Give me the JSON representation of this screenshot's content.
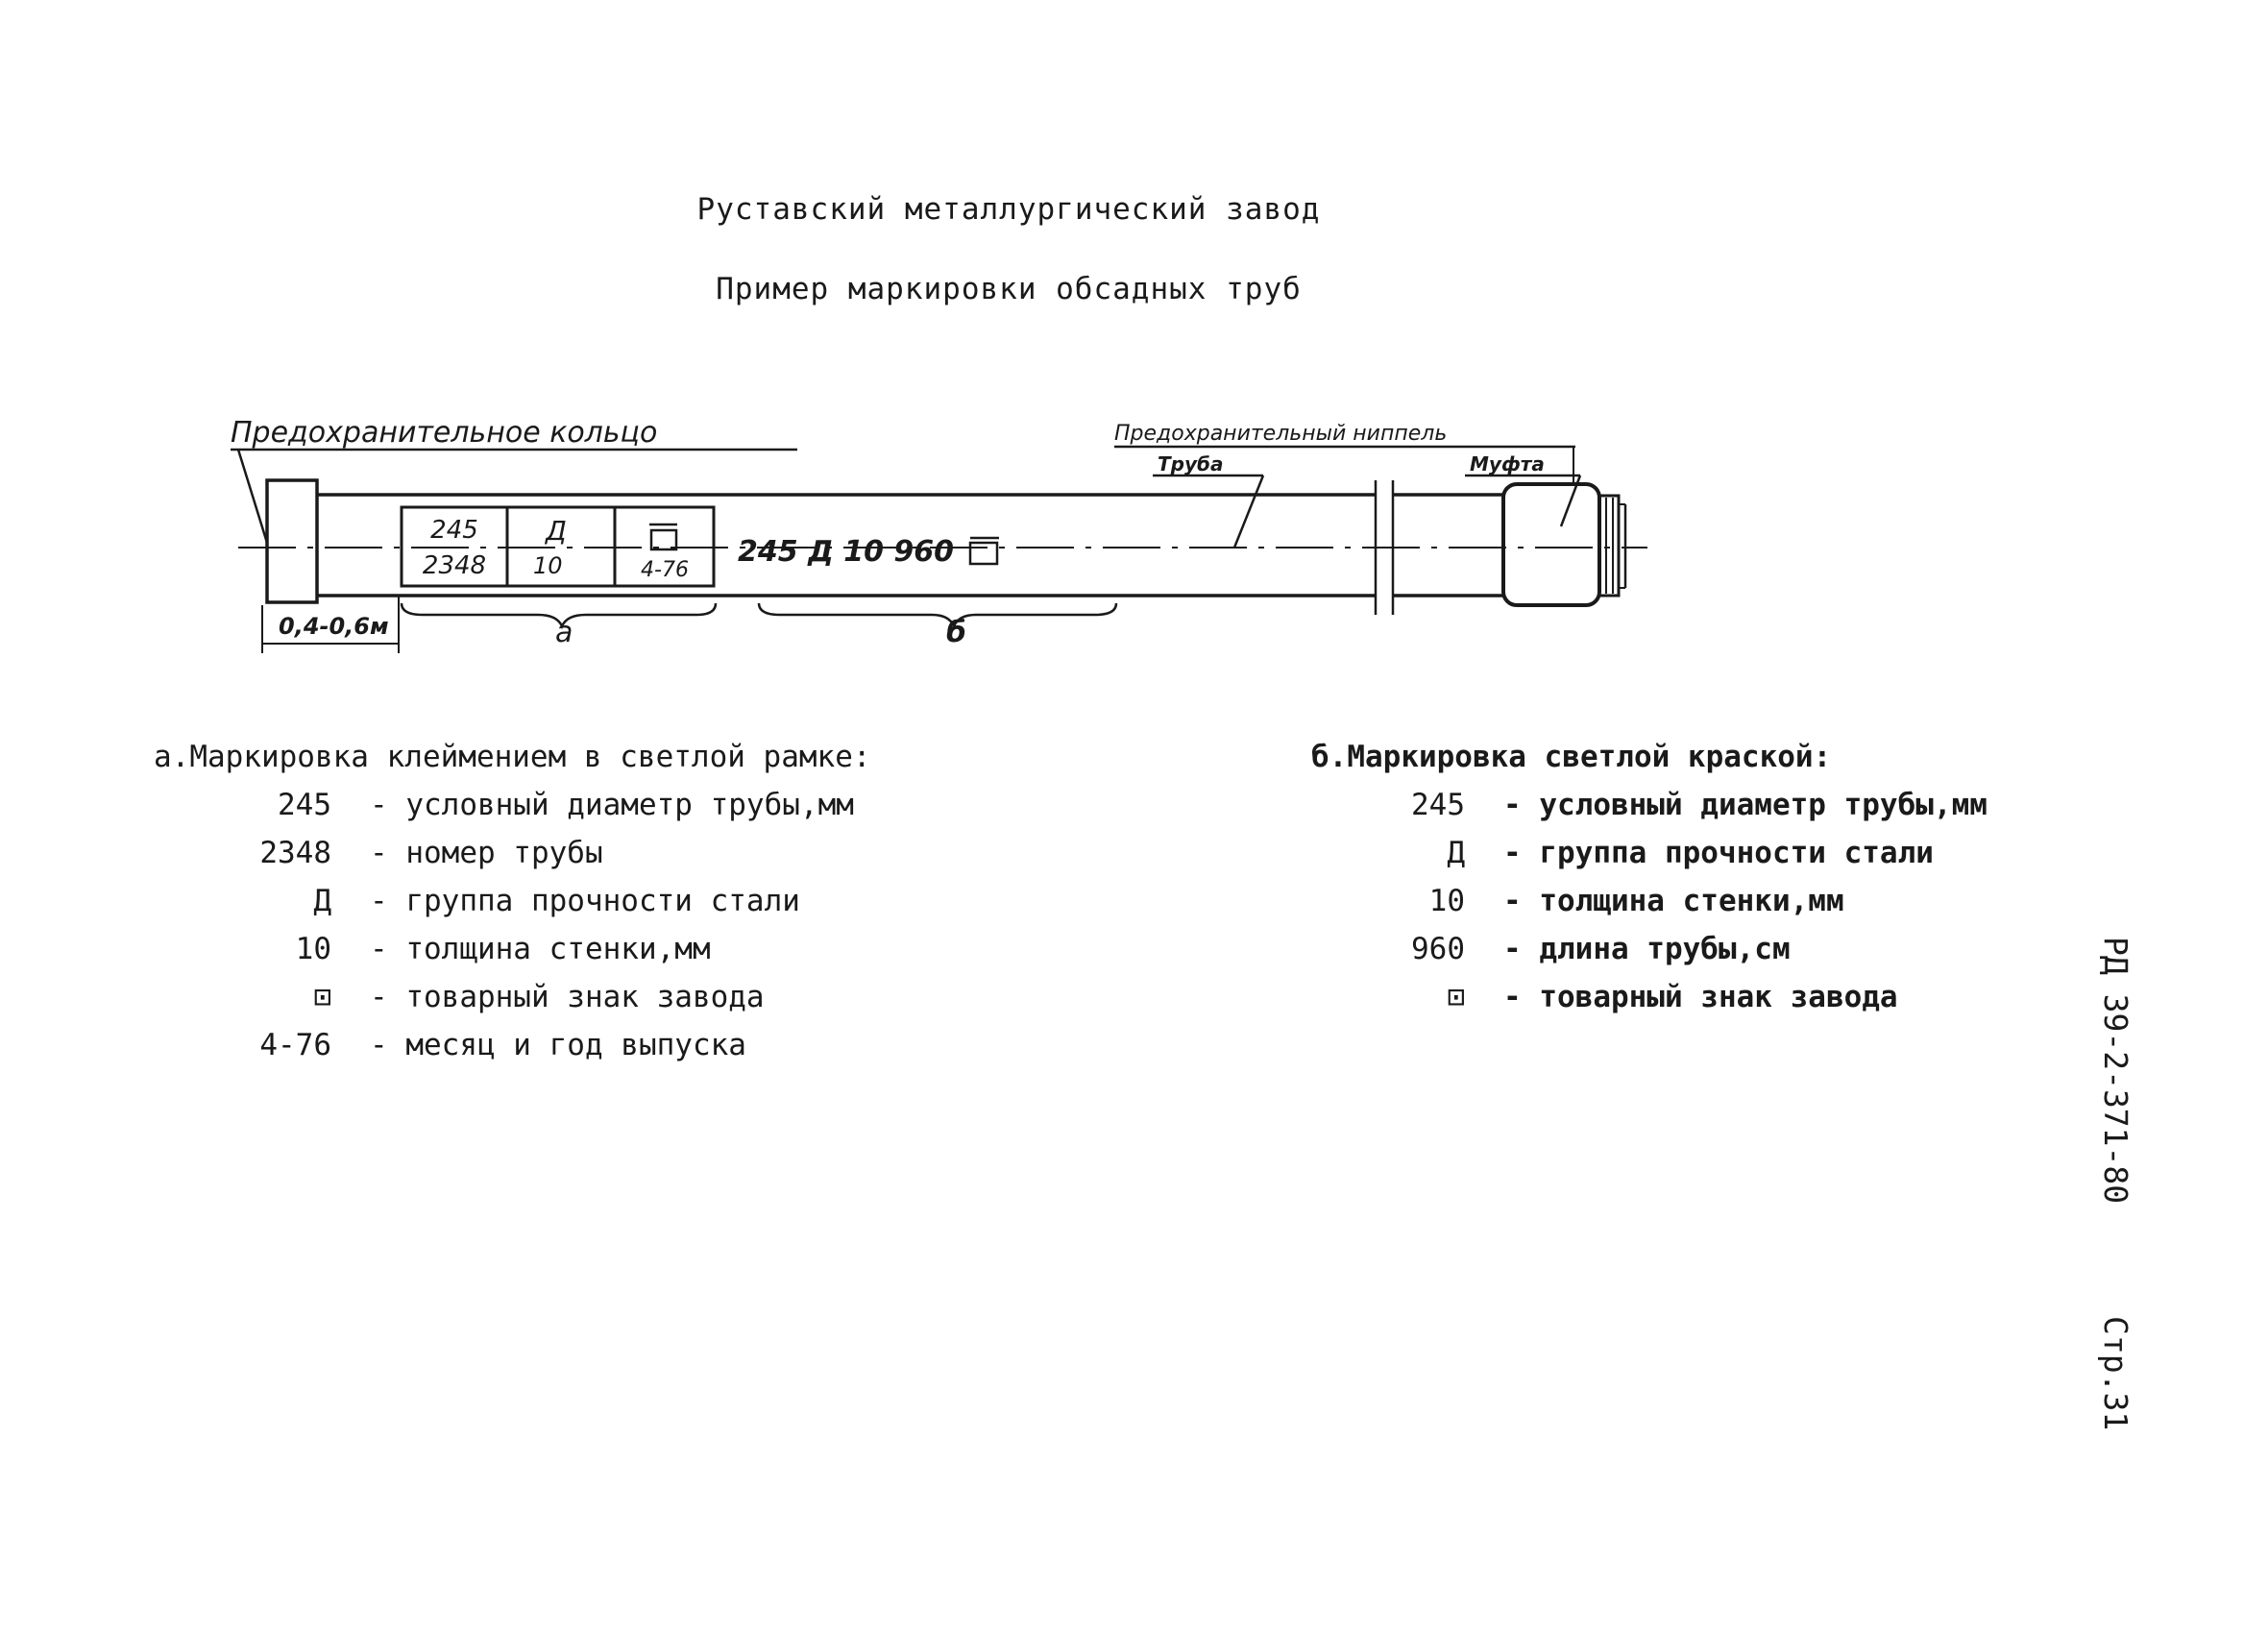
{
  "header": {
    "plant": "Руставский металлургический завод",
    "subtitle": "Пример маркировки обсадных труб"
  },
  "diagram": {
    "label_ring": "Предохранительное кольцо",
    "label_nipple": "Предохранительный ниппель",
    "label_pipe": "Труба",
    "label_coupling": "Муфта",
    "stamp_cells": [
      {
        "top": "245",
        "bottom": "2348"
      },
      {
        "top": "Д",
        "bottom": "10"
      },
      {
        "top": "⊡",
        "bottom": "4-76"
      }
    ],
    "paint_text": "245 Д 10 960",
    "paint_mark": "⊡",
    "dim_ring": "0,4-0,6м",
    "brace_a": "а",
    "brace_b": "б"
  },
  "legend_a": {
    "heading": "а.Маркировка клеймением в светлой рамке:",
    "items": [
      {
        "code": "245",
        "desc": "- условный диаметр трубы,мм"
      },
      {
        "code": "2348",
        "desc": "- номер трубы"
      },
      {
        "code": "Д",
        "desc": "- группа прочности стали"
      },
      {
        "code": "10",
        "desc": "- толщина стенки,мм"
      },
      {
        "code": "⊡",
        "desc": "- товарный знак завода"
      },
      {
        "code": "4-76",
        "desc": "- месяц и год выпуска"
      }
    ]
  },
  "legend_b": {
    "heading": "б.Маркировка светлой краской:",
    "items": [
      {
        "code": "245",
        "desc": "- условный диаметр трубы,мм"
      },
      {
        "code": "Д",
        "desc": "- группа прочности стали"
      },
      {
        "code": "10",
        "desc": "- толщина стенки,мм"
      },
      {
        "code": "960",
        "desc": "- длина трубы,см"
      },
      {
        "code": "⊡",
        "desc": "- товарный знак завода"
      }
    ]
  },
  "side": {
    "doc_code": "РД 39-2-371-80",
    "page": "Стр.31"
  }
}
